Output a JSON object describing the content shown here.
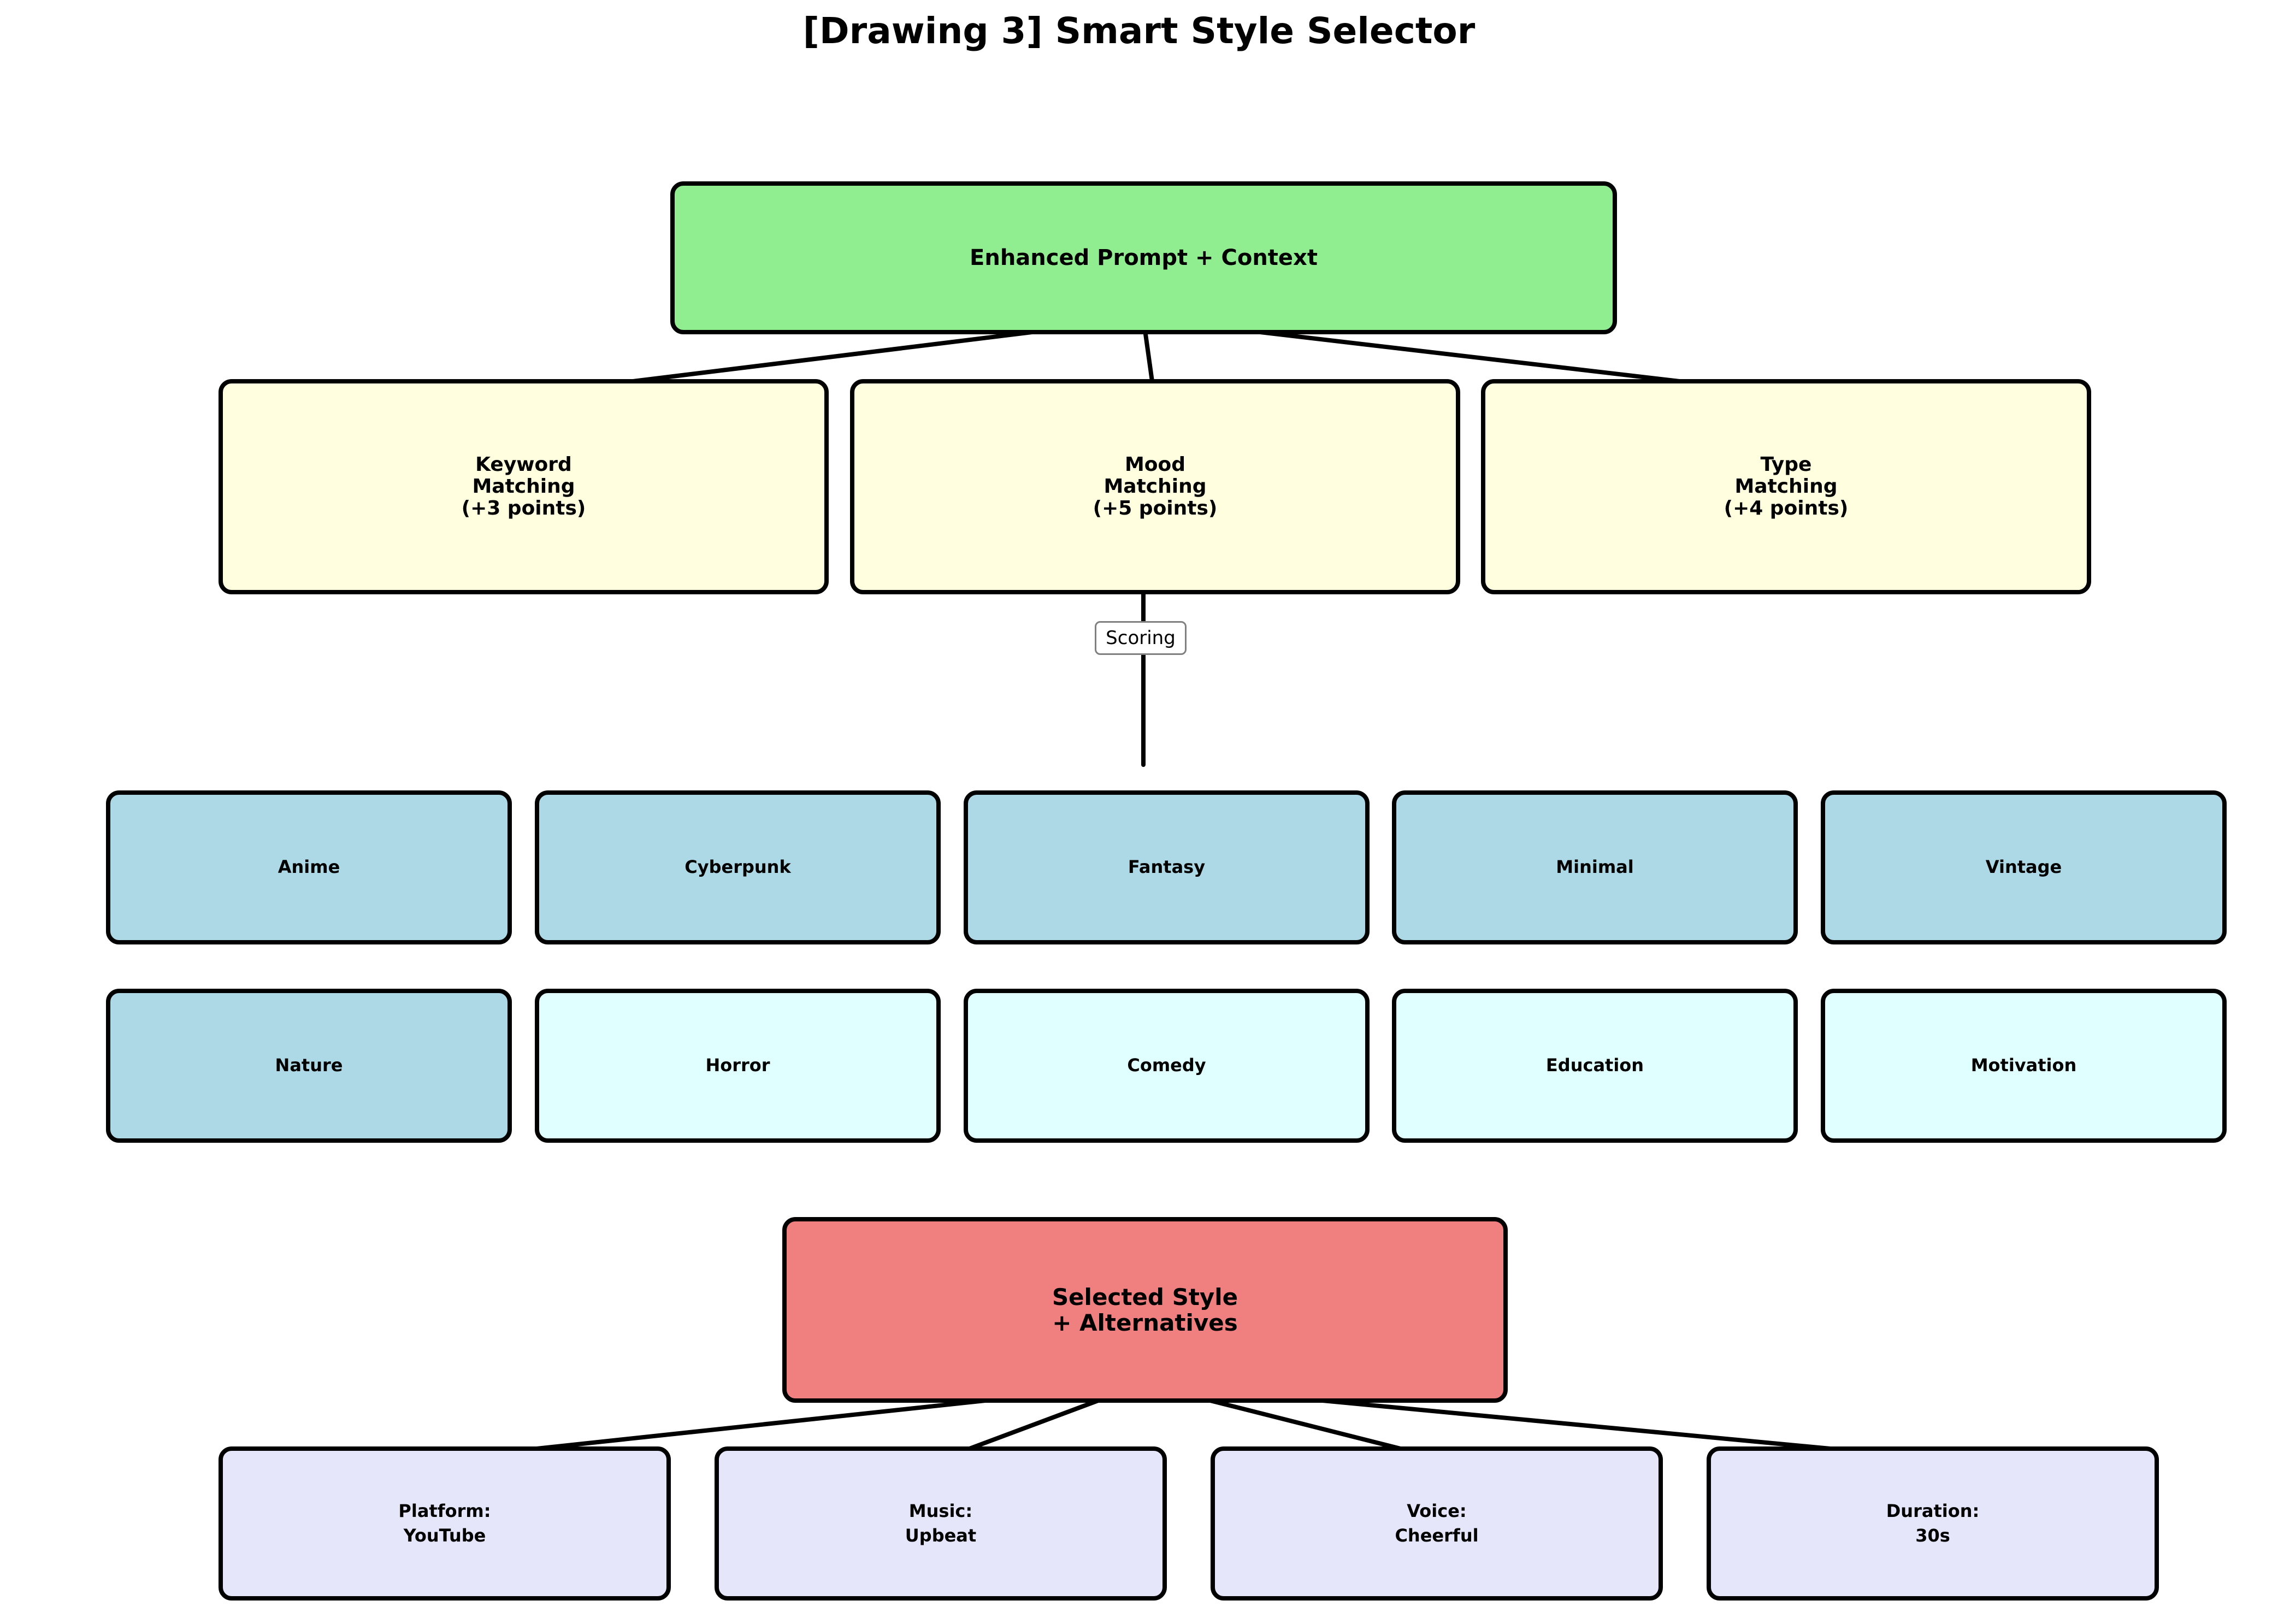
{
  "title": "[Drawing 3] Smart Style Selector",
  "colors": {
    "input_fill": "#90ee90",
    "criteria_fill": "#ffffe0",
    "style_primary_fill": "#add8e6",
    "style_secondary_fill": "#e0ffff",
    "output_fill": "#f08080",
    "param_fill": "#e6e6fa",
    "stroke": "#000000",
    "label_border": "#808080"
  },
  "input_node": {
    "label": "Enhanced Prompt + Context"
  },
  "criteria": [
    {
      "label": "Keyword\nMatching\n(+3 points)"
    },
    {
      "label": "Mood\nMatching\n(+5 points)"
    },
    {
      "label": "Type\nMatching\n(+4 points)"
    }
  ],
  "edge_label": "Scoring",
  "styles_row1": [
    {
      "label": "Anime"
    },
    {
      "label": "Cyberpunk"
    },
    {
      "label": "Fantasy"
    },
    {
      "label": "Minimal"
    },
    {
      "label": "Vintage"
    }
  ],
  "styles_row2": [
    {
      "label": "Nature"
    },
    {
      "label": "Horror"
    },
    {
      "label": "Comedy"
    },
    {
      "label": "Education"
    },
    {
      "label": "Motivation"
    }
  ],
  "output_node": {
    "label": "Selected Style\n+ Alternatives"
  },
  "parameters": [
    {
      "label": "Platform:\nYouTube"
    },
    {
      "label": "Music:\nUpbeat"
    },
    {
      "label": "Voice:\nCheerful"
    },
    {
      "label": "Duration:\n30s"
    }
  ]
}
